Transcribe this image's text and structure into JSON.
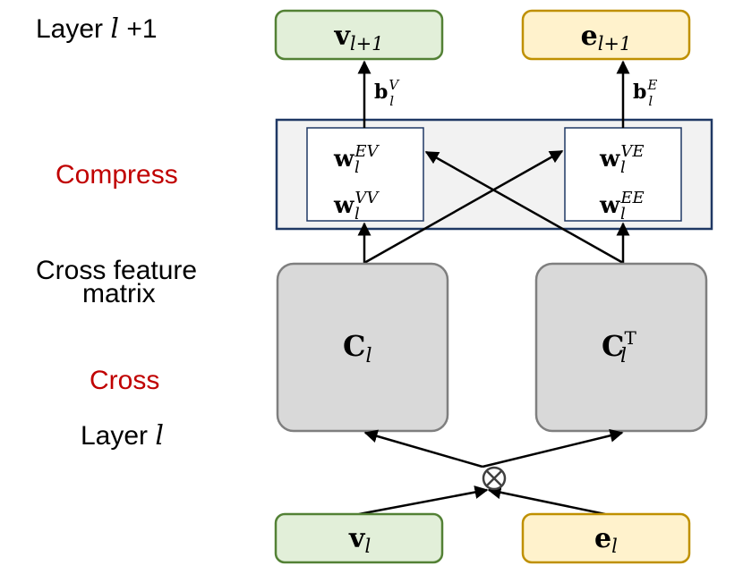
{
  "title": "Cross and compress unit between layer l and layer l+1",
  "row_labels": {
    "layer_next": {
      "text": "Layer ",
      "var": "l",
      "suffix": " +1"
    },
    "compress": "Compress",
    "cross_feature": [
      "Cross feature",
      "matrix"
    ],
    "cross": "Cross",
    "layer_current": {
      "text": "Layer ",
      "var": "l"
    }
  },
  "colors": {
    "v_fill": "#e2efd9",
    "v_stroke": "#538135",
    "e_fill": "#fff2cc",
    "e_stroke": "#bf9000",
    "c_fill": "#d9d9d9",
    "c_stroke": "#7f7f7f",
    "compress_fill": "#f2f2f2",
    "compress_stroke": "#1f3864",
    "red_label": "#c00000"
  },
  "nodes": {
    "v_next": {
      "base": "v",
      "sub": "l+1"
    },
    "e_next": {
      "base": "e",
      "sub": "l+1"
    },
    "bias_v": {
      "base": "b",
      "sub": "l",
      "sup": "V"
    },
    "bias_e": {
      "base": "b",
      "sub": "l",
      "sup": "E"
    },
    "w_ev": {
      "base": "w",
      "sub": "l",
      "sup": "EV"
    },
    "w_vv": {
      "base": "w",
      "sub": "l",
      "sup": "VV"
    },
    "w_ve": {
      "base": "w",
      "sub": "l",
      "sup": "VE"
    },
    "w_ee": {
      "base": "w",
      "sub": "l",
      "sup": "EE"
    },
    "c": {
      "base": "C",
      "sub": "l"
    },
    "c_t": {
      "base": "C",
      "sub": "l",
      "sup": "T"
    },
    "cross_op": "⊗",
    "v_cur": {
      "base": "v",
      "sub": "l"
    },
    "e_cur": {
      "base": "e",
      "sub": "l"
    }
  }
}
